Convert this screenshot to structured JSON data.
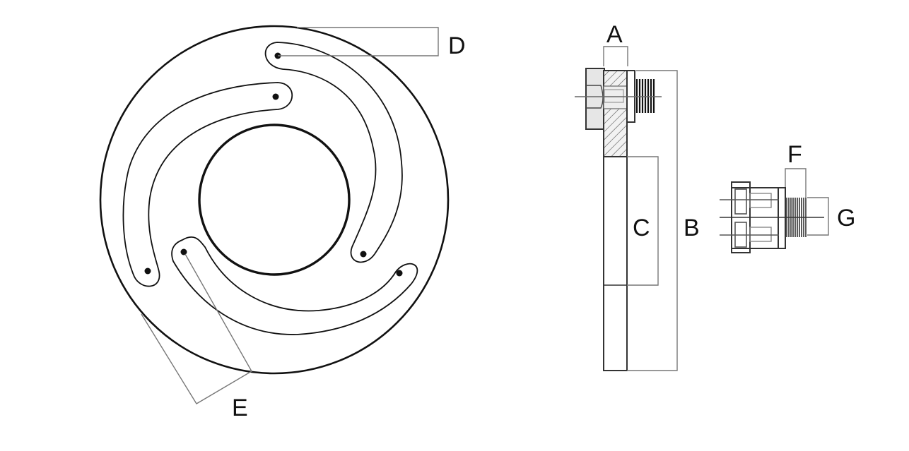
{
  "diagram": {
    "type": "technical-drawing",
    "subject": "Slotted flange plate with bolt and threaded nipple",
    "views": [
      "front-view",
      "side-section-view",
      "nipple-detail-view"
    ],
    "colors": {
      "stroke": "#111111",
      "leader": "#777777",
      "hatch_fill": "#e8e8e8",
      "bolt_fill": "#e6e6e6"
    },
    "labels": {
      "A": "A",
      "B": "B",
      "C": "C",
      "D": "D",
      "E": "E",
      "F": "F",
      "G": "G"
    },
    "front_view": {
      "slot_count": 3,
      "hole_dot_count": 6
    }
  }
}
